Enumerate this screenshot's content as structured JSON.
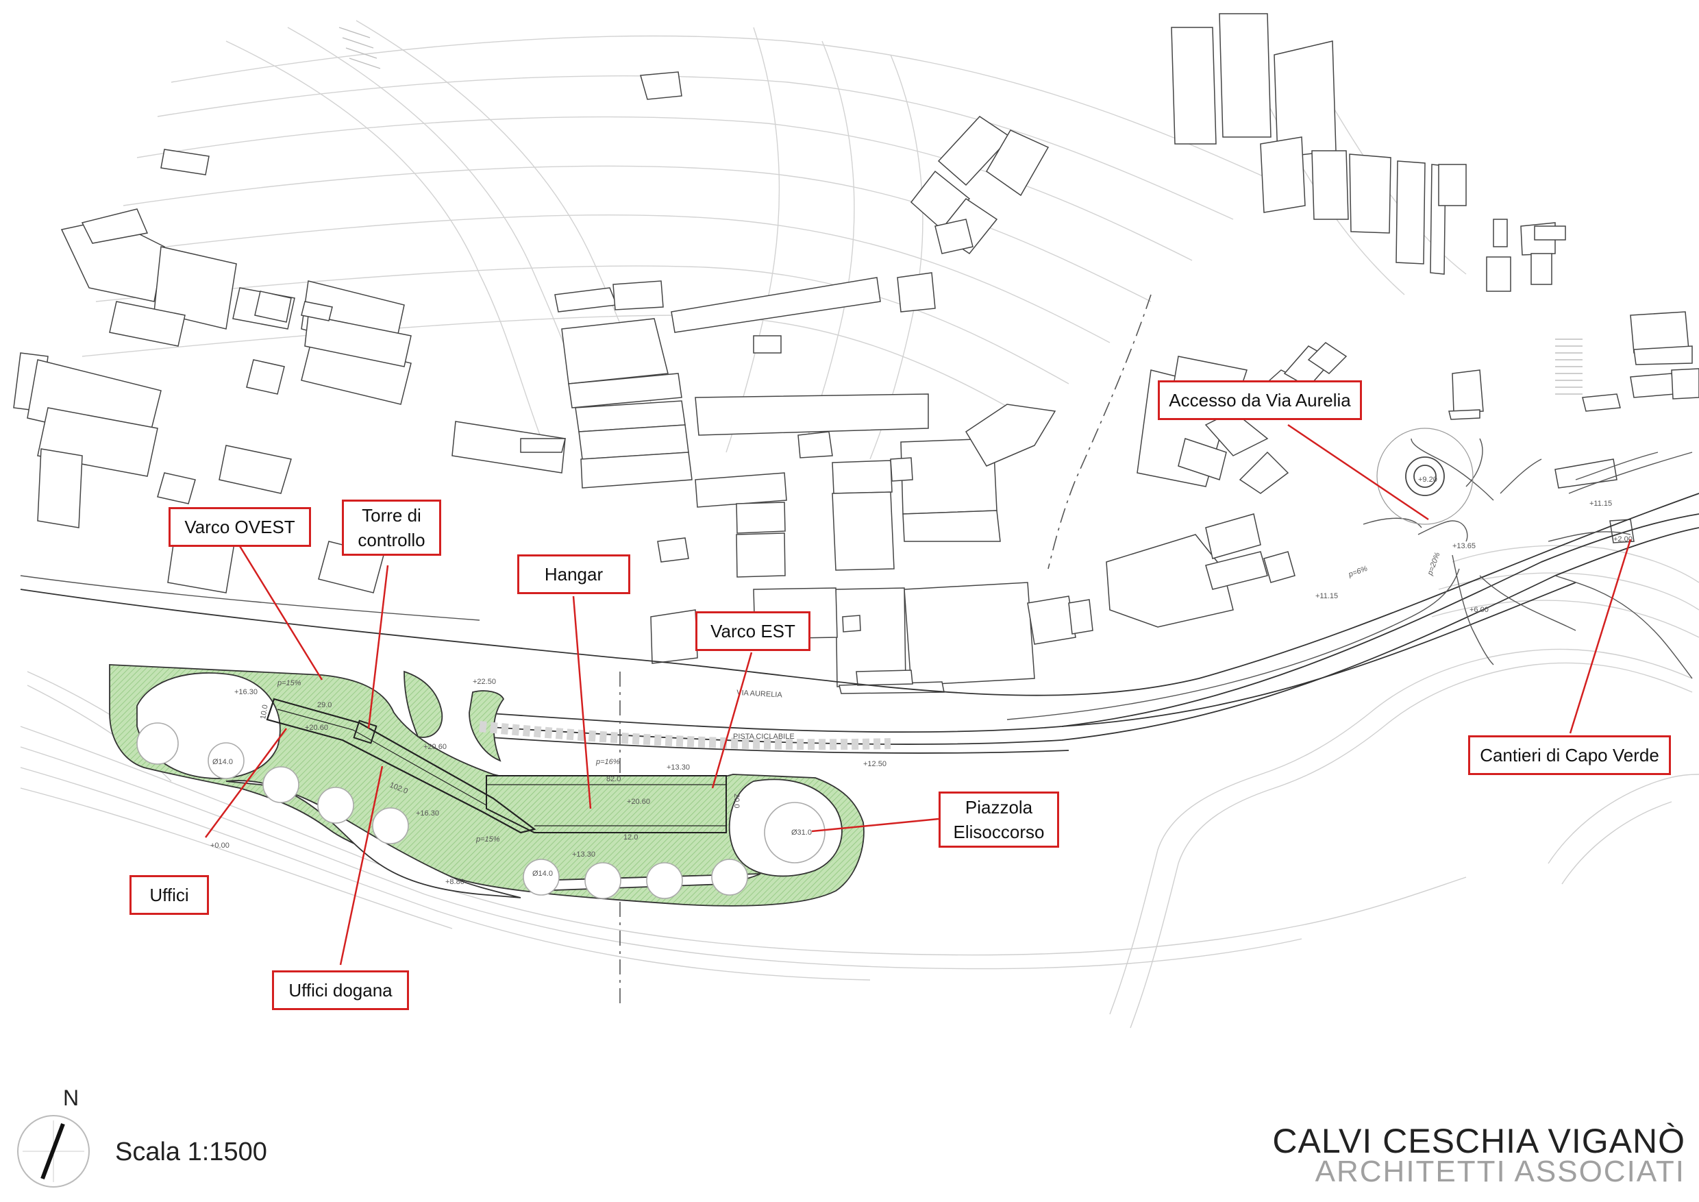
{
  "labels": {
    "varco_ovest": "Varco OVEST",
    "torre_line1": "Torre di",
    "torre_line2": "controllo",
    "hangar": "Hangar",
    "varco_est": "Varco EST",
    "accesso": "Accesso da Via Aurelia",
    "cantieri": "Cantieri di Capo Verde",
    "piazzola_line1": "Piazzola",
    "piazzola_line2": "Elisoccorso",
    "uffici": "Uffici",
    "uffici_dogana": "Uffici dogana"
  },
  "plan_text": {
    "via_aurelia": "VIA AURELIA",
    "pista_ciclabile": "PISTA CICLABILE",
    "slope_15a": "p=15%",
    "slope_15b": "p=15%",
    "slope_16": "p=16%",
    "slope_6": "p=6%",
    "slope_20": "p=20%",
    "elev_1630a": "+16.30",
    "elev_2250": "+22.50",
    "elev_2060a": "+20.60",
    "elev_2060b": "+20.60",
    "elev_2060c": "+20.60",
    "elev_1330a": "+13.30",
    "elev_1330b": "+13.30",
    "elev_1250": "+12.50",
    "elev_1630b": "+16.30",
    "elev_000": "+0.00",
    "elev_880": "+8.80",
    "elev_920": "+9.20",
    "elev_1115a": "+11.15",
    "elev_1115b": "+11.15",
    "elev_1365": "+13.65",
    "elev_600": "+6.00",
    "elev_200": "+2.00",
    "dim_290": "29.0",
    "dim_100": "10.0",
    "dim_1020": "102.0",
    "dim_820": "82.0",
    "dim_200": "20.0",
    "dim_120": "12.0",
    "dia_140a": "Ø14.0",
    "dia_140b": "Ø14.0",
    "dia_310": "Ø31.0"
  },
  "footer": {
    "north": "N",
    "scale": "Scala 1:1500",
    "firm_name": "CALVI CESCHIA VIGANÒ",
    "firm_sub": "ARCHITETTI ASSOCIATI"
  },
  "colors": {
    "callout_border": "#d42020",
    "leader": "#d42020",
    "green_fill": "#b6dba5",
    "outline": "#222222",
    "contour": "#cfcfcf"
  }
}
